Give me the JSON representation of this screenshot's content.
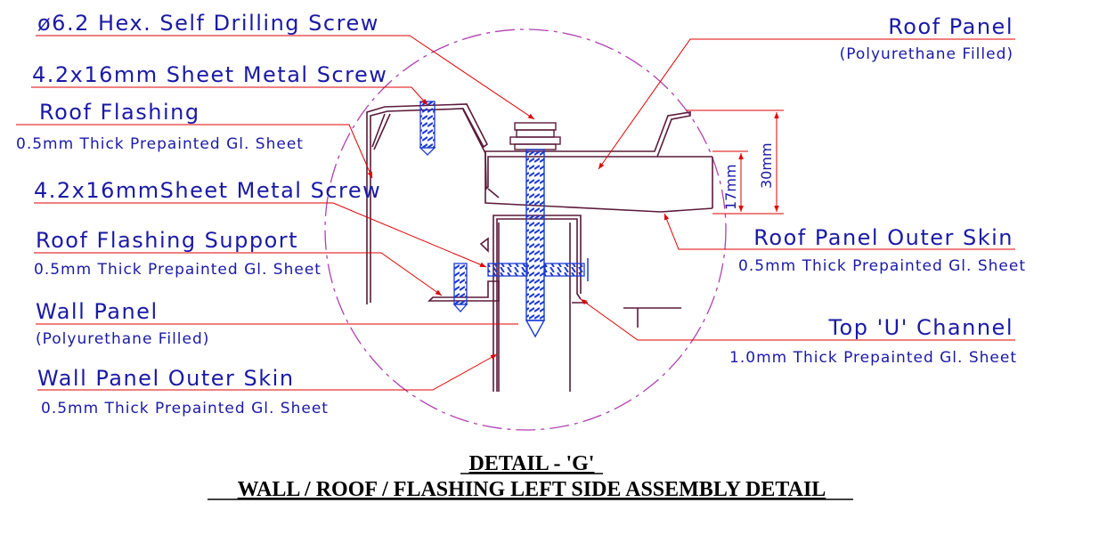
{
  "labels": {
    "screw_hex": "ø6.2 Hex. Self Drilling Screw",
    "sheet_screw_top": "4.2x16mm Sheet Metal Screw",
    "roof_flashing": "Roof Flashing",
    "roof_flashing_spec": "0.5mm Thick Prepainted Gl. Sheet",
    "sheet_screw_mid": "4.2x16mmSheet Metal Screw",
    "flashing_support": "Roof Flashing Support",
    "flashing_support_spec": "0.5mm Thick Prepainted Gl. Sheet",
    "wall_panel": "Wall Panel",
    "wall_panel_sub": "(Polyurethane Filled)",
    "wall_outer_skin": "Wall Panel Outer Skin",
    "wall_outer_skin_spec": "0.5mm Thick Prepainted Gl. Sheet",
    "roof_panel": "Roof Panel",
    "roof_panel_sub": "(Polyurethane Filled)",
    "roof_outer_skin": "Roof Panel Outer Skin",
    "roof_outer_skin_spec": "0.5mm Thick Prepainted Gl. Sheet",
    "top_u_channel": "Top 'U' Channel",
    "top_u_channel_spec": "1.0mm Thick Prepainted Gl. Sheet"
  },
  "dimensions": {
    "total": "30mm",
    "partial": "17mm"
  },
  "title": {
    "line1": "DETAIL - 'G'",
    "line2": "WALL / ROOF / FLASHING LEFT SIDE ASSEMBLY DETAIL"
  },
  "colors": {
    "label_text": "#1a1aa6",
    "leader": "#e00000",
    "outline": "#5a1a3a",
    "screw": "#1a3ad6",
    "detail_circle": "#b040b0"
  }
}
